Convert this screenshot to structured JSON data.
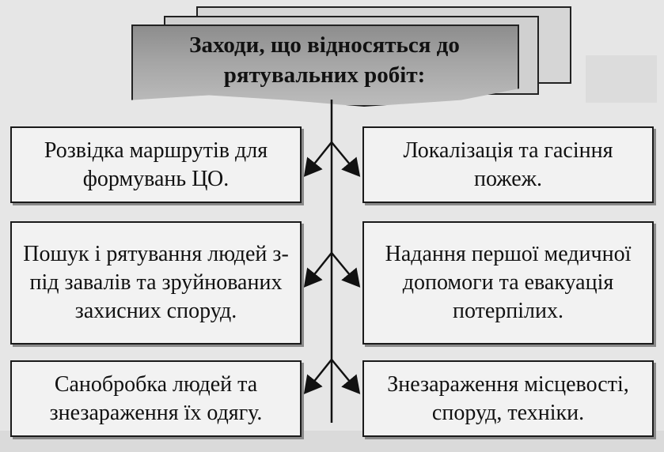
{
  "title": "Заходи, що відносяться до рятувальних робіт:",
  "left_items": [
    "Розвідка маршрутів для формувань ЦО.",
    "Пошук і рятування людей з-під завалів та зруйнованих захисних споруд.",
    "Санобробка людей та знезараження їх одягу."
  ],
  "right_items": [
    "Локалізація та гасіння пожеж.",
    "Надання першої медичної допомоги та евакуація потерпілих.",
    "Знезараження місцевості, споруд, техніки."
  ]
}
